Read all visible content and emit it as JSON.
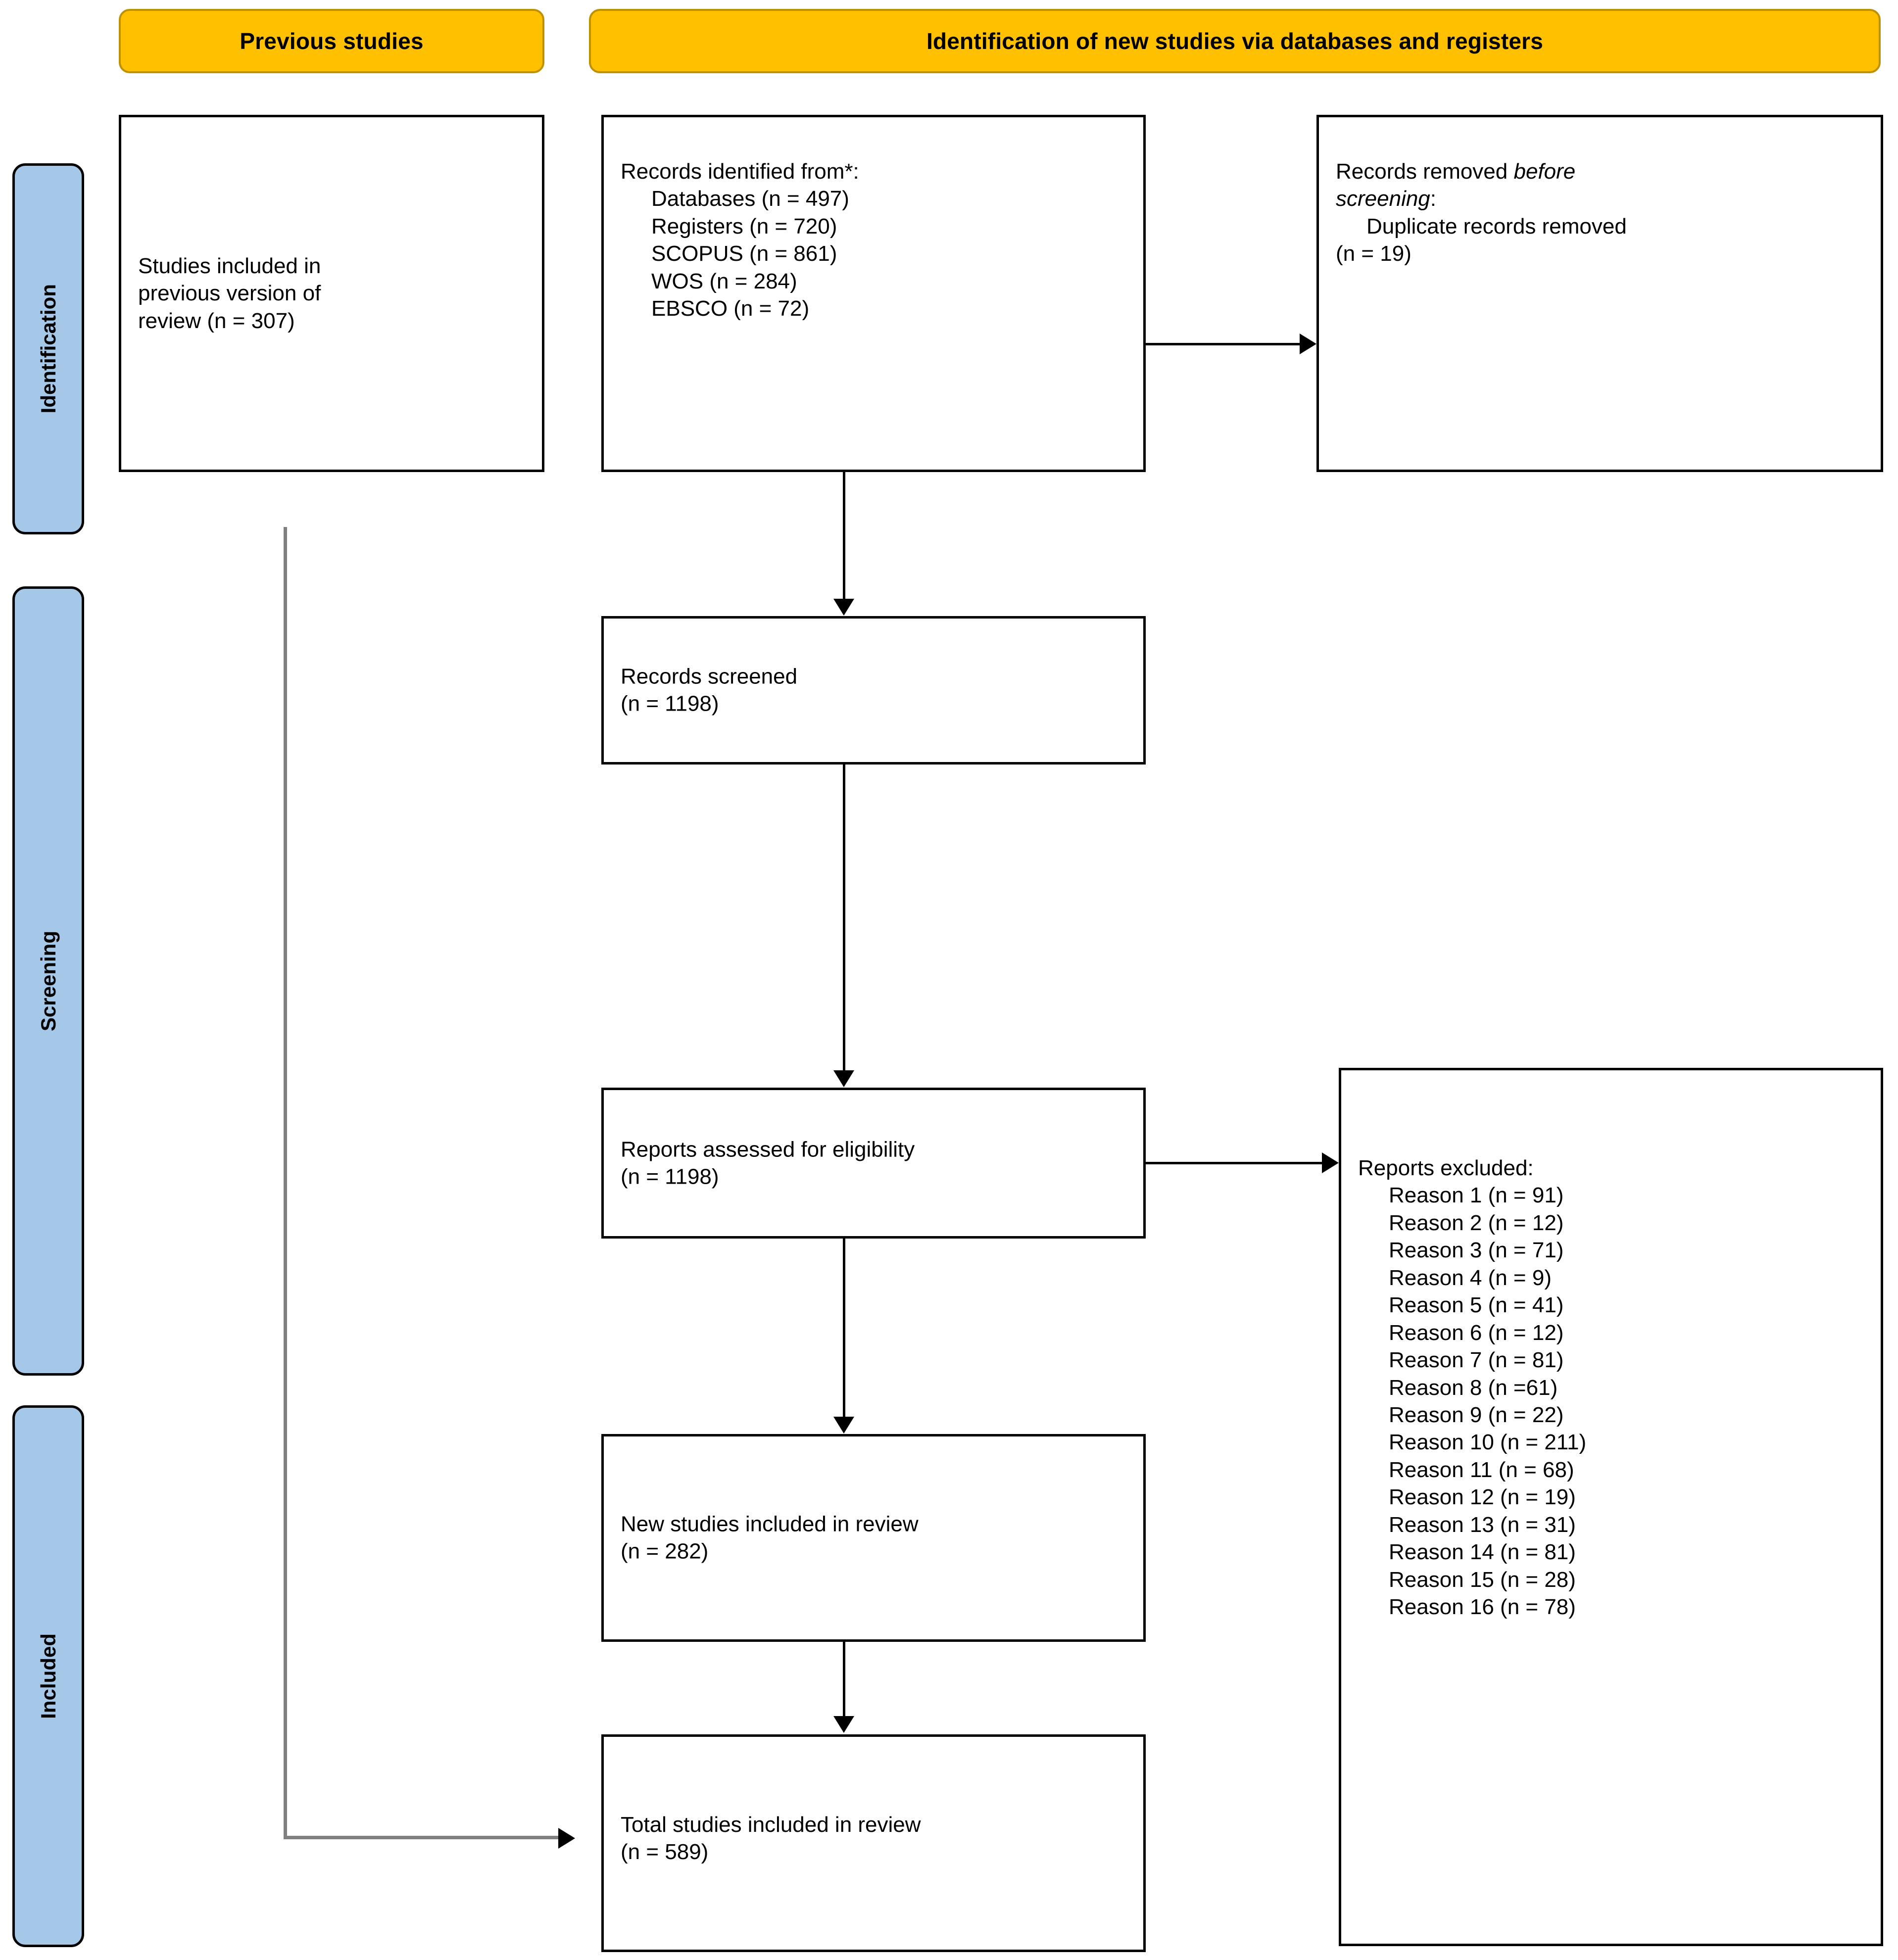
{
  "banners": [
    {
      "id": "previous-studies",
      "label": "Previous studies"
    },
    {
      "id": "identification-new",
      "label": "Identification of new studies via databases and registers"
    }
  ],
  "rails": [
    {
      "id": "identification",
      "label": "Identification"
    },
    {
      "id": "screening",
      "label": "Screening"
    },
    {
      "id": "included",
      "label": "Included"
    }
  ],
  "boxes": {
    "previous_version": {
      "line1": "Studies included in",
      "line2": "previous version of",
      "line3": "review (n = 307)"
    },
    "records_identified": {
      "heading": "Records identified from*:",
      "items": [
        "Databases (n = 497)",
        "Registers (n = 720)",
        "SCOPUS (n = 861)",
        "WOS (n = 284)",
        "EBSCO (n = 72)"
      ]
    },
    "records_removed": {
      "heading_part1": "Records removed ",
      "heading_italic1": "before",
      "heading_italic2": "screening",
      "heading_colon": ":",
      "items": [
        "Duplicate records removed",
        "(n = 19)"
      ]
    },
    "records_screened": {
      "line1": "Records screened",
      "line2": "(n = 1198)"
    },
    "reports_assessed": {
      "line1": "Reports assessed for eligibility",
      "line2": "(n = 1198)"
    },
    "reports_excluded": {
      "heading": "Reports excluded:",
      "items": [
        "Reason 1 (n = 91)",
        "Reason 2 (n = 12)",
        "Reason 3 (n = 71)",
        "Reason 4 (n = 9)",
        "Reason 5 (n = 41)",
        "Reason 6 (n = 12)",
        "Reason 7 (n = 81)",
        "Reason 8 (n =61)",
        "Reason 9 (n = 22)",
        "Reason 10 (n = 211)",
        "Reason 11 (n = 68)",
        "Reason 12 (n = 19)",
        "Reason 13 (n = 31)",
        "Reason 14 (n = 81)",
        "Reason 15 (n = 28)",
        "Reason 16 (n = 78)"
      ]
    },
    "new_studies": {
      "line1": "New studies included in review",
      "line2": "(n = 282)"
    },
    "total_studies": {
      "line1": "Total studies included in review",
      "line2": "(n = 589)"
    }
  },
  "colors": {
    "banner_fill": "#FFC000",
    "banner_border": "#BF9000",
    "rail_fill": "#A5C7E8",
    "box_border": "#000000",
    "connector": "#000000",
    "connector_gray": "#808080"
  }
}
